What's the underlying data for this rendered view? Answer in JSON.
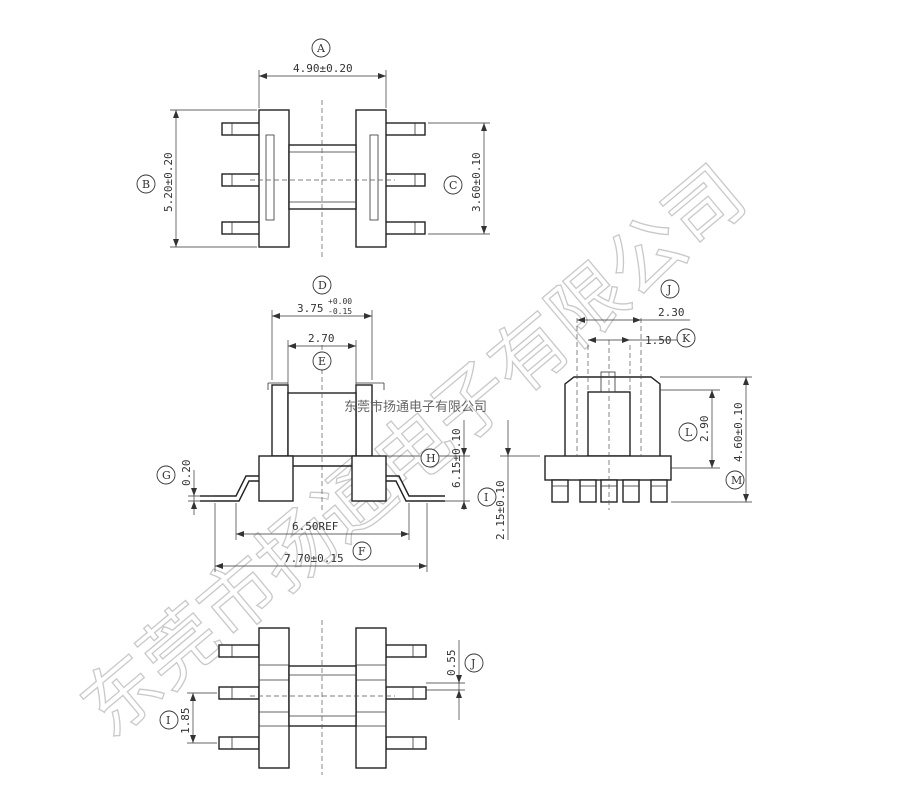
{
  "watermark": "东莞市扬通电子有限公司",
  "company_text": "东莞市扬通电子有限公司",
  "dimensions": {
    "A": {
      "letter": "A",
      "value": "4.90±0.20"
    },
    "B": {
      "letter": "B",
      "value": "5.20±0.20"
    },
    "C": {
      "letter": "C",
      "value": "3.60±0.10"
    },
    "D": {
      "letter": "D",
      "value": "3.75",
      "tol_upper": "+0.00",
      "tol_lower": "-0.15"
    },
    "E": {
      "letter": "E",
      "value": "2.70"
    },
    "F": {
      "letter": "F",
      "value": "7.70±0.15"
    },
    "G": {
      "letter": "G",
      "value": "0.20"
    },
    "H": {
      "letter": "H",
      "value": "6.15±0.10"
    },
    "I": {
      "letter": "I",
      "value": "2.15±0.10"
    },
    "J": {
      "letter": "J",
      "value": "2.30"
    },
    "K": {
      "letter": "K",
      "value": "1.50"
    },
    "L": {
      "letter": "L",
      "value": "2.90"
    },
    "M": {
      "letter": "M",
      "value": "4.60±0.10"
    },
    "REF": {
      "value": "6.50REF"
    },
    "J2": {
      "letter": "J",
      "value": "0.55"
    },
    "I2": {
      "letter": "I",
      "value": "1.85"
    }
  }
}
